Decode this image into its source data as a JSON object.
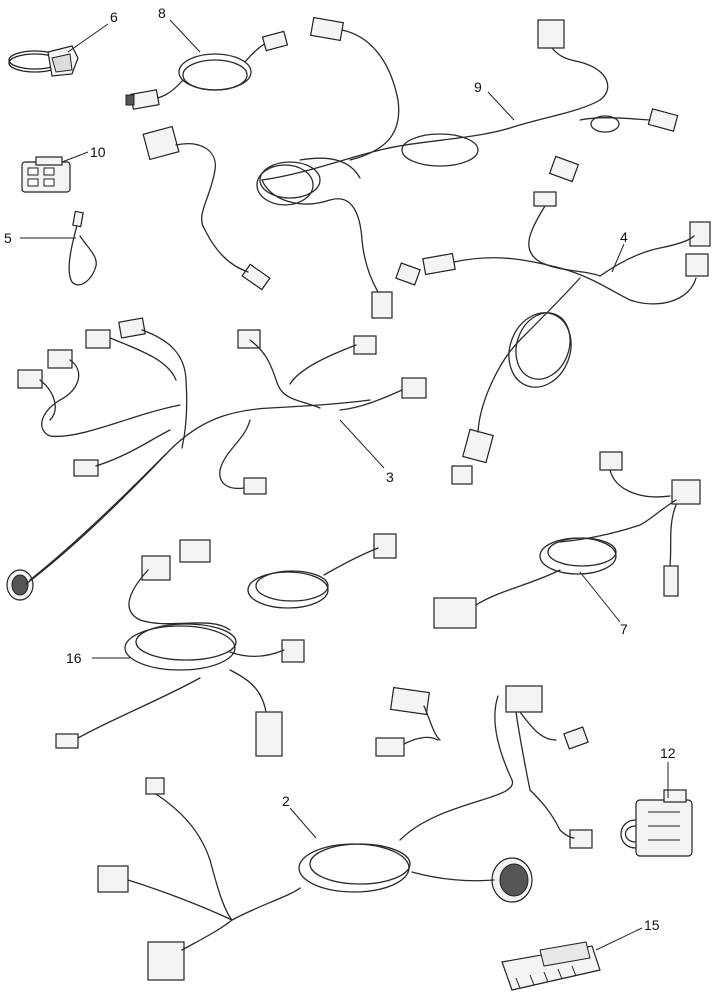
{
  "diagram": {
    "callouts": [
      {
        "id": "c2",
        "label": "2"
      },
      {
        "id": "c3",
        "label": "3"
      },
      {
        "id": "c4",
        "label": "4"
      },
      {
        "id": "c5",
        "label": "5"
      },
      {
        "id": "c6",
        "label": "6"
      },
      {
        "id": "c7",
        "label": "7"
      },
      {
        "id": "c8",
        "label": "8"
      },
      {
        "id": "c9",
        "label": "9"
      },
      {
        "id": "c10",
        "label": "10"
      },
      {
        "id": "c12",
        "label": "12"
      },
      {
        "id": "c15",
        "label": "15"
      },
      {
        "id": "c16",
        "label": "16"
      }
    ],
    "colors": {
      "line": "#2a2a2a",
      "background": "#ffffff",
      "connector_fill": "#f4f4f4"
    }
  }
}
